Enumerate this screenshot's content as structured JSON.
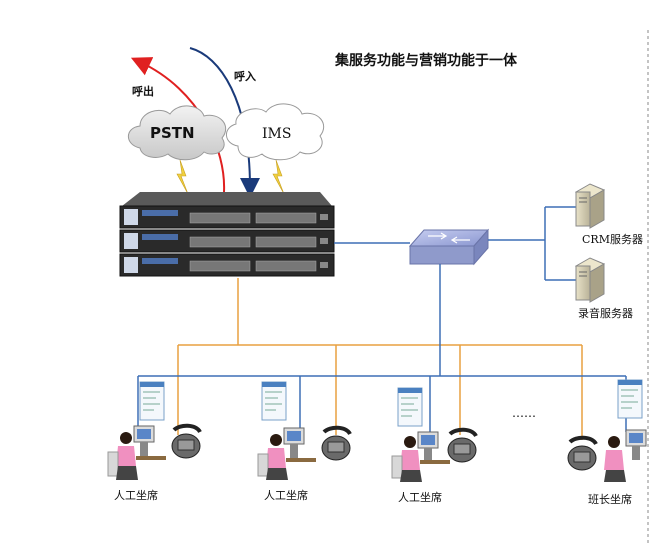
{
  "title": "集服务功能与营销功能于一体",
  "arrows": {
    "outbound": "呼出",
    "inbound": "呼入"
  },
  "clouds": {
    "pstn": "PSTN",
    "ims": "IMS"
  },
  "servers": {
    "crm": "CRM服务器",
    "recording": "录音服务器"
  },
  "agents": [
    {
      "label": "人工坐席"
    },
    {
      "label": "人工坐席"
    },
    {
      "label": "人工坐席"
    },
    {
      "label": "班长坐席"
    }
  ],
  "ellipsis": "……",
  "colors": {
    "red_arrow": "#e02020",
    "blue_arrow": "#1a3a7a",
    "lan_blue": "#3d6fb5",
    "phone_orange": "#e8a040",
    "switch": "#9aa4d6",
    "cloud": "#d9d9d9"
  }
}
